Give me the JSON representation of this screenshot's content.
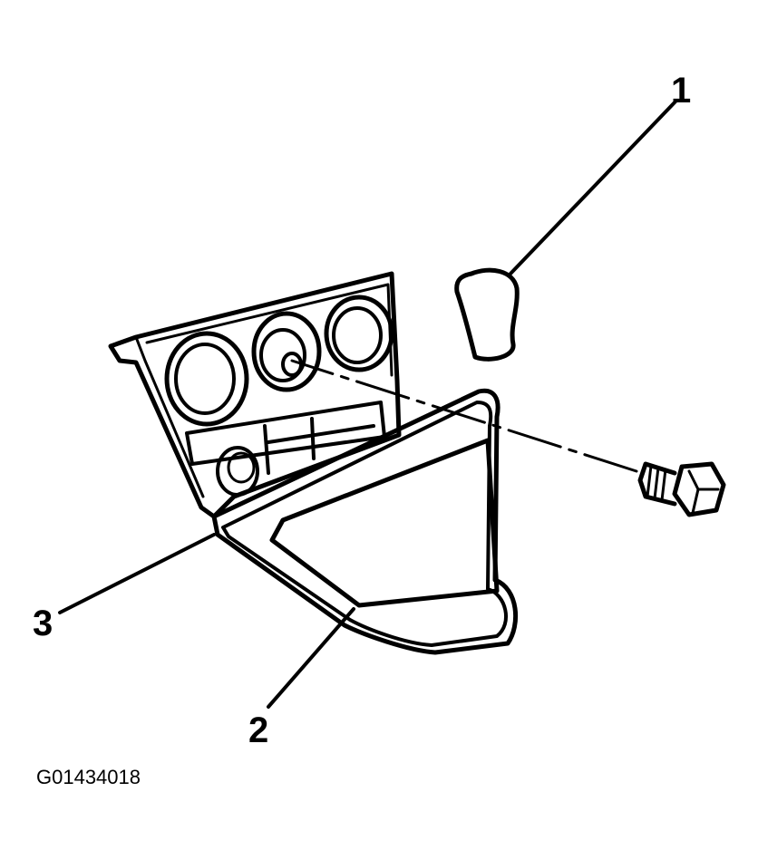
{
  "callouts": [
    {
      "number": "1"
    },
    {
      "number": "2"
    },
    {
      "number": "3"
    }
  ],
  "figure_id": "G01434018"
}
